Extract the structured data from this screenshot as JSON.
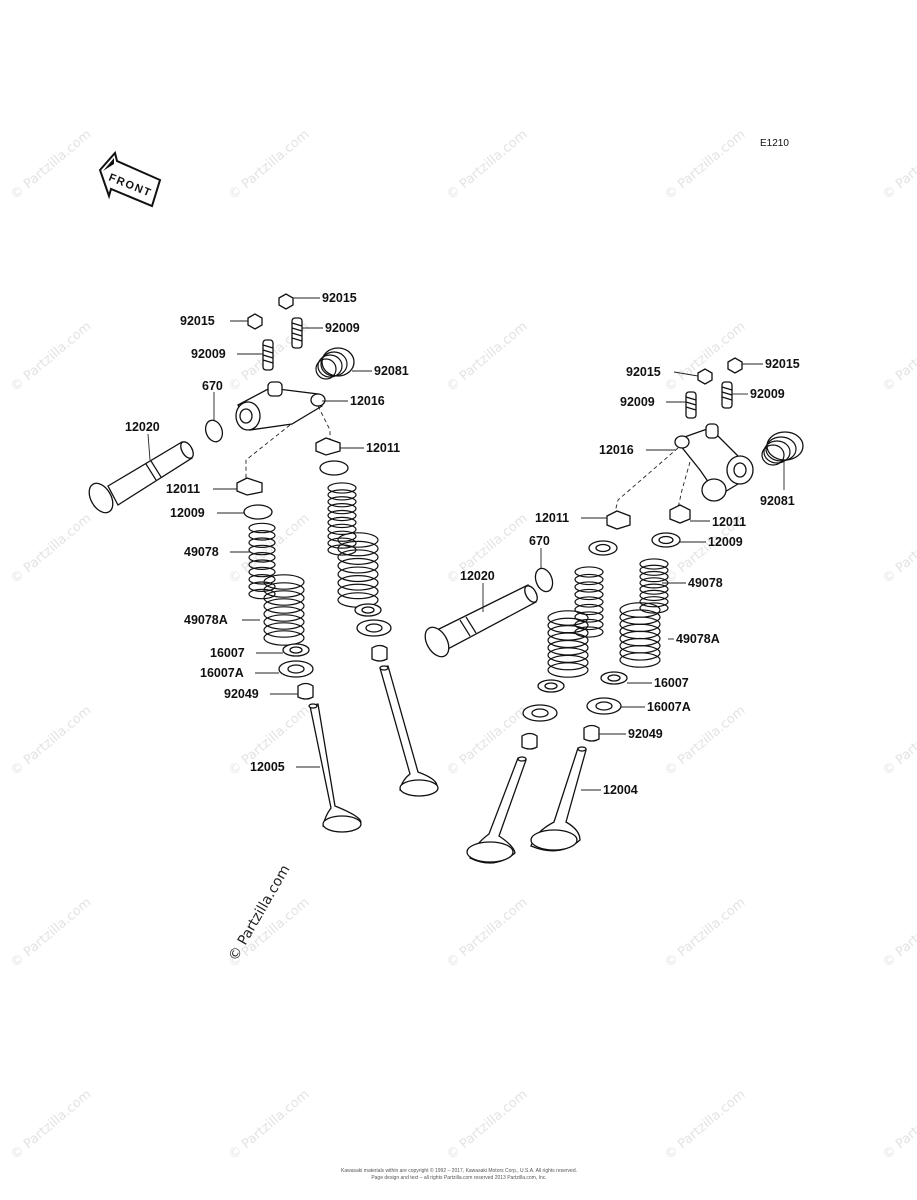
{
  "diagram_code": "E1210",
  "front_label": "FRONT",
  "watermark_text": "© Partzilla.com",
  "footer_lines": [
    "Kawasaki materials within are copyright © 1992 – 2017, Kawasaki Motors Corp., U.S.A. All rights reserved.",
    "Page design and text – all rights Partzilla.com reserved 2013 Partzilla.com, Inc."
  ],
  "part_labels": [
    "92015",
    "92015",
    "92009",
    "92009",
    "92081",
    "670",
    "12016",
    "12020",
    "12011",
    "12011",
    "12009",
    "49078",
    "49078A",
    "16007",
    "16007A",
    "92049",
    "12005",
    "92015",
    "92015",
    "92009",
    "92009",
    "12016",
    "92081",
    "12011",
    "12011",
    "670",
    "12009",
    "12020",
    "49078",
    "49078A",
    "16007",
    "16007A",
    "92049",
    "12004"
  ],
  "colors": {
    "line": "#111111",
    "watermark": "#e3e3e3",
    "background": "#ffffff"
  }
}
